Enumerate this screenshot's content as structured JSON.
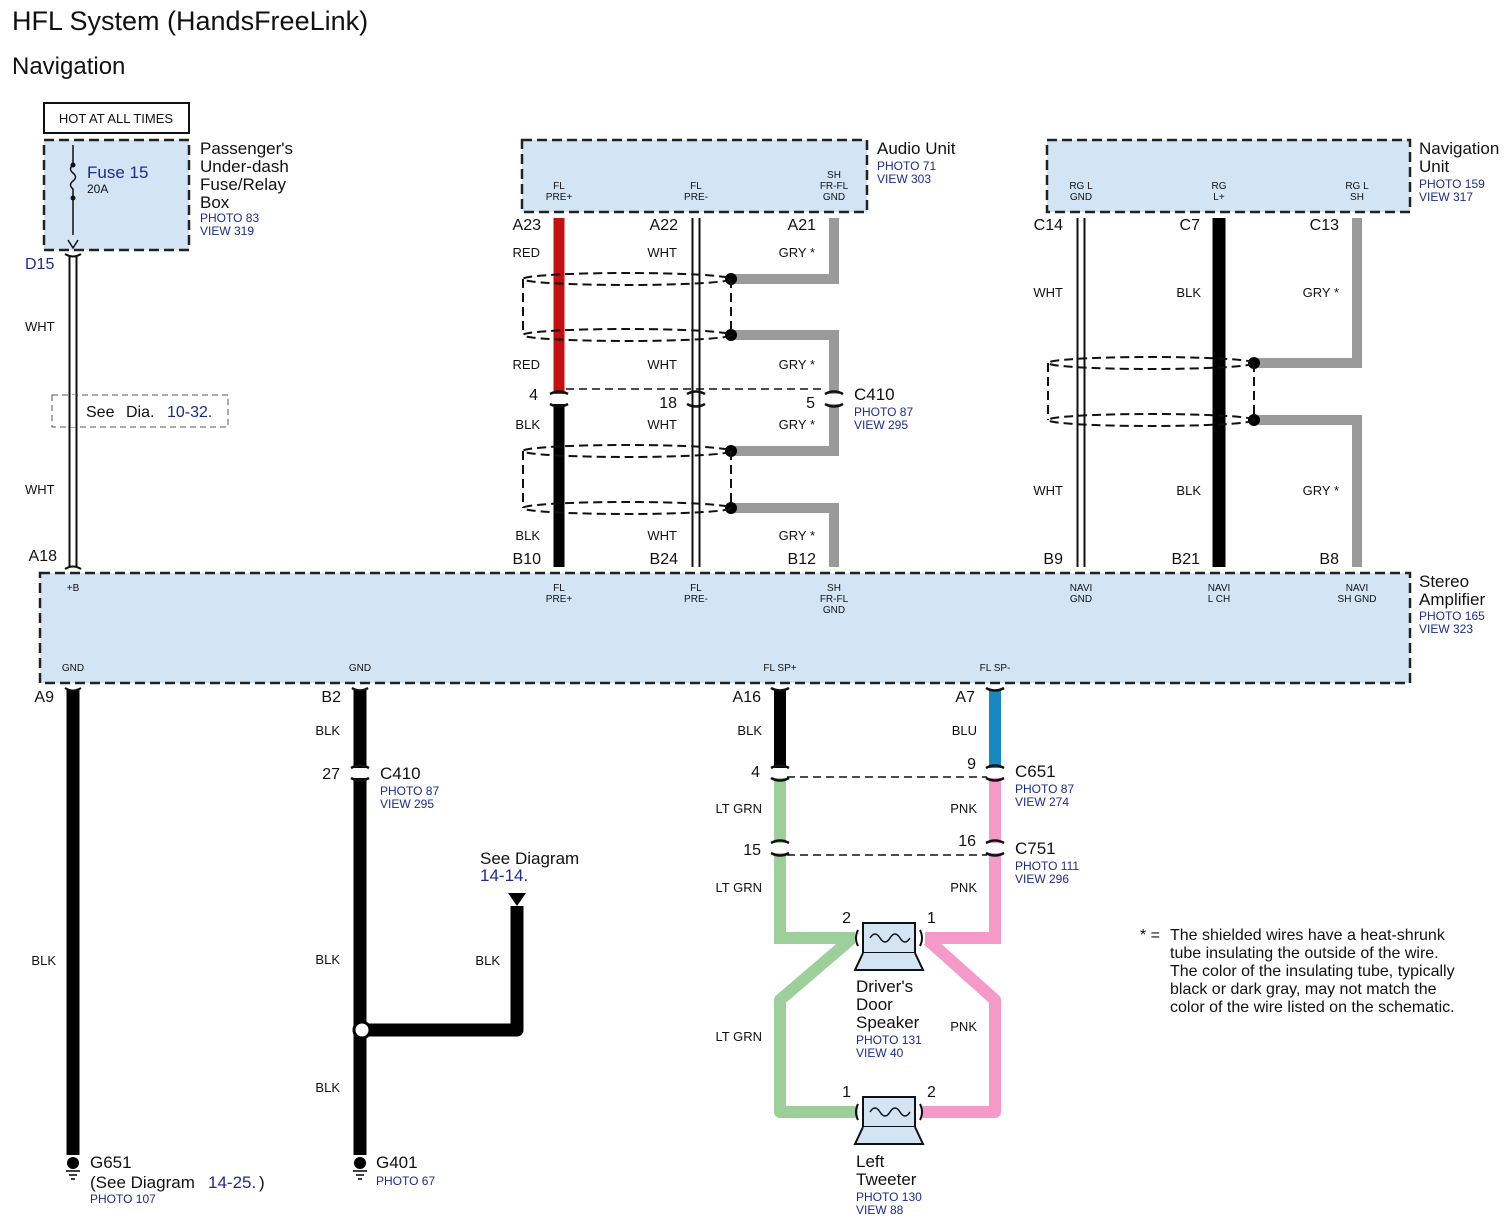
{
  "header": {
    "title": "HFL System (HandsFreeLink)",
    "subtitle": "Navigation"
  },
  "colors": {
    "box_fill": "#d3e4f5",
    "red": "#c41010",
    "black": "#000000",
    "gray": "#9a9a9a",
    "blue": "#1789c0",
    "green": "#9ccf9a",
    "pink": "#f59ac8",
    "link": "#1b2b8f"
  },
  "hot_label": "HOT AT ALL TIMES",
  "fuse_box": {
    "fuse": "Fuse 15",
    "rating": "20A",
    "name": [
      "Passenger's",
      "Under-dash",
      "Fuse/Relay",
      "Box"
    ],
    "photo": "PHOTO 83",
    "view": "VIEW 319",
    "terminal": "D15"
  },
  "audio_unit": {
    "name": "Audio Unit",
    "photo": "PHOTO 71",
    "view": "VIEW 303",
    "pins": [
      {
        "label": [
          "FL",
          "PRE+"
        ],
        "terminal": "A23"
      },
      {
        "label": [
          "FL",
          "PRE-"
        ],
        "terminal": "A22"
      },
      {
        "label": [
          "SH",
          "FR-FL",
          "GND"
        ],
        "terminal": "A21"
      }
    ]
  },
  "nav_unit": {
    "name": [
      "Navigation",
      "Unit"
    ],
    "photo": "PHOTO 159",
    "view": "VIEW 317",
    "pins": [
      {
        "label": [
          "RG L",
          "GND"
        ],
        "terminal": "C14"
      },
      {
        "label": [
          "RG",
          "L+"
        ],
        "terminal": "C7"
      },
      {
        "label": [
          "RG L",
          "SH"
        ],
        "terminal": "C13"
      }
    ]
  },
  "amplifier": {
    "name": [
      "Stereo",
      "Amplifier"
    ],
    "photo": "PHOTO 165",
    "view": "VIEW 323",
    "top_pins": [
      {
        "label": [
          "+B"
        ],
        "terminal": "A18"
      },
      {
        "label": [
          "FL",
          "PRE+"
        ],
        "terminal": "B10"
      },
      {
        "label": [
          "FL",
          "PRE-"
        ],
        "terminal": "B24"
      },
      {
        "label": [
          "SH",
          "FR-FL",
          "GND"
        ],
        "terminal": "B12"
      },
      {
        "label": [
          "NAVI",
          "GND"
        ],
        "terminal": "B9"
      },
      {
        "label": [
          "NAVI",
          "L CH"
        ],
        "terminal": "B21"
      },
      {
        "label": [
          "NAVI",
          "SH GND"
        ],
        "terminal": "B8"
      }
    ],
    "bottom_pins": [
      {
        "label": "GND",
        "terminal": "A9"
      },
      {
        "label": "GND",
        "terminal": "B2"
      },
      {
        "label": "FL SP+",
        "terminal": "A16"
      },
      {
        "label": "FL SP-",
        "terminal": "A7"
      }
    ]
  },
  "wire_colors": {
    "wht": "WHT",
    "red": "RED",
    "gry": "GRY *",
    "blk": "BLK",
    "blu": "BLU",
    "ltgrn": "LT GRN",
    "pnk": "PNK"
  },
  "see_dia": {
    "prefix": "See",
    "word": "Dia.",
    "ref": "10-32."
  },
  "c410": {
    "name": "C410",
    "photo": "PHOTO 87",
    "view": "VIEW 295",
    "pins_top": [
      "4",
      "18",
      "5"
    ],
    "pin_bottom": "27"
  },
  "see_diagram_1414": {
    "text": "See Diagram",
    "ref": "14-14."
  },
  "c651": {
    "name": "C651",
    "photo": "PHOTO 87",
    "view": "VIEW 274",
    "pin_left": "4",
    "pin_right": "9"
  },
  "c751": {
    "name": "C751",
    "photo": "PHOTO 111",
    "view": "VIEW 296",
    "pin_left": "15",
    "pin_right": "16"
  },
  "speaker": {
    "name": [
      "Driver's",
      "Door",
      "Speaker"
    ],
    "photo": "PHOTO 131",
    "view": "VIEW 40",
    "pin_left": "2",
    "pin_right": "1"
  },
  "tweeter": {
    "name": [
      "Left",
      "Tweeter"
    ],
    "photo": "PHOTO 130",
    "view": "VIEW 88",
    "pin_left": "1",
    "pin_right": "2"
  },
  "g651": {
    "name": "G651",
    "note_prefix": "(See Diagram",
    "note_ref": "14-25.",
    "note_suffix": ")",
    "photo": "PHOTO 107"
  },
  "g401": {
    "name": "G401",
    "photo": "PHOTO 67"
  },
  "note": {
    "mark": "* =",
    "lines": [
      "The shielded wires have a heat-shrunk",
      "tube insulating the outside of the wire.",
      "The color of the insulating tube, typically",
      "black or dark gray, may not match the",
      "color of the wire listed on the schematic."
    ]
  }
}
